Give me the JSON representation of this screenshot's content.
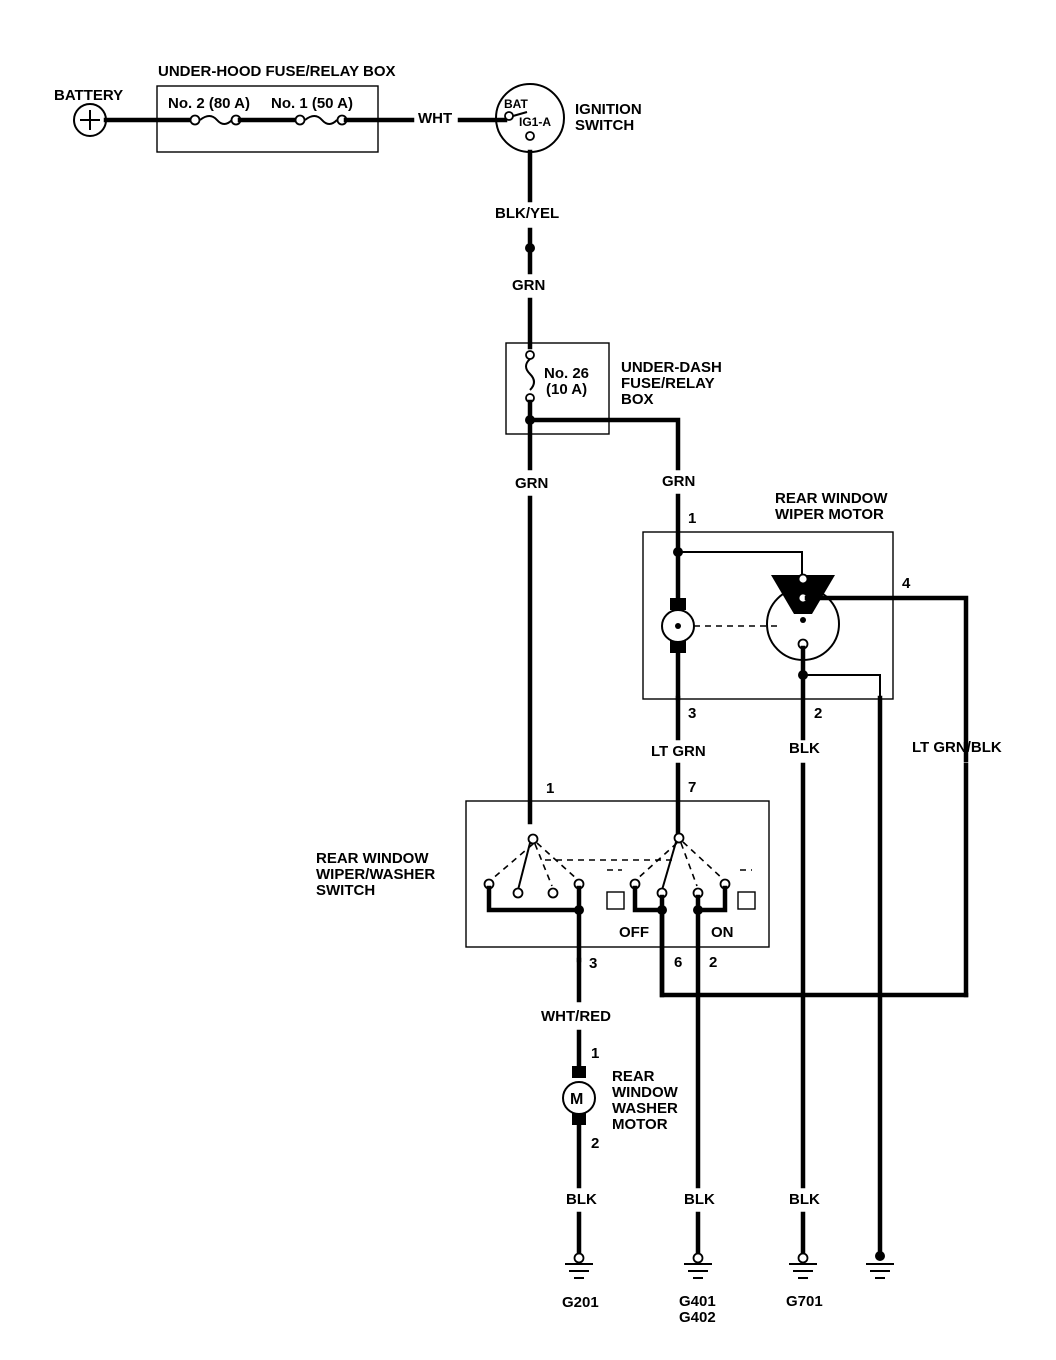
{
  "labels": {
    "battery": "BATTERY",
    "under_hood_box": "UNDER-HOOD FUSE/RELAY BOX",
    "fuse_no2": "No. 2 (80 A)",
    "fuse_no1": "No. 1 (50 A)",
    "wire_wht": "WHT",
    "bat": "BAT",
    "ig1a": "IG1-A",
    "ignition_1": "IGNITION",
    "ignition_2": "SWITCH",
    "wire_blk_yel": "BLK/YEL",
    "wire_grn_top": "GRN",
    "fuse_no26_1": "No. 26",
    "fuse_no26_2": "(10 A)",
    "under_dash_1": "UNDER-DASH",
    "under_dash_2": "FUSE/RELAY",
    "under_dash_3": "BOX",
    "wire_grn_left": "GRN",
    "wire_grn_right": "GRN",
    "wiper_motor_1": "REAR WINDOW",
    "wiper_motor_2": "WIPER MOTOR",
    "pin_motor_1": "1",
    "pin_motor_4": "4",
    "pin_motor_3": "3",
    "pin_motor_2": "2",
    "wire_lt_grn": "LT GRN",
    "wire_blk_motor": "BLK",
    "wire_lt_grn_blk": "LT GRN/BLK",
    "pin_sw_1": "1",
    "pin_sw_7": "7",
    "switch_1": "REAR WINDOW",
    "switch_2": "WIPER/WASHER",
    "switch_3": "SWITCH",
    "off": "OFF",
    "on": "ON",
    "pin_sw_3": "3",
    "pin_sw_6": "6",
    "pin_sw_2": "2",
    "wire_wht_red": "WHT/RED",
    "pin_washer_1": "1",
    "pin_washer_2": "2",
    "washer_1": "REAR",
    "washer_2": "WINDOW",
    "washer_3": "WASHER",
    "washer_4": "MOTOR",
    "motor_m": "M",
    "wire_blk_g201": "BLK",
    "wire_blk_g401": "BLK",
    "wire_blk_g701": "BLK",
    "g201": "G201",
    "g401": "G401",
    "g402": "G402",
    "g701": "G701"
  }
}
